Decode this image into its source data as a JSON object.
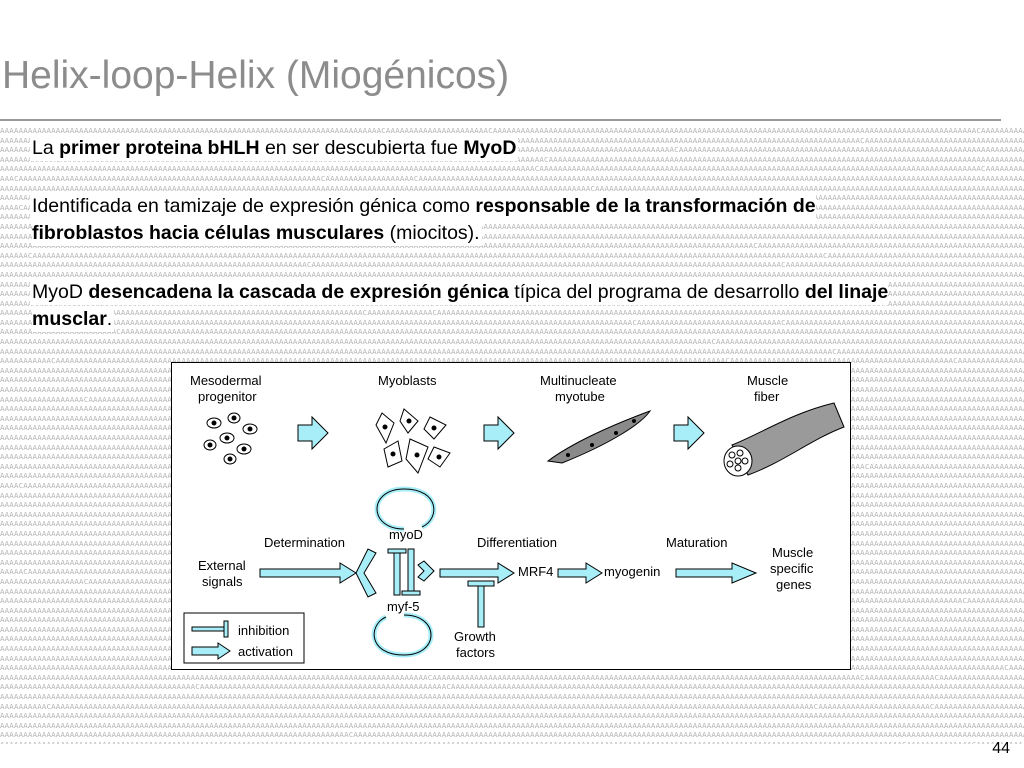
{
  "slide": {
    "title": "Helix-loop-Helix (Miogénicos)",
    "page_number": "44"
  },
  "paragraphs": {
    "p1": {
      "t1": "La ",
      "b1": "primer proteina bHLH",
      "t2": " en ser descubierta fue ",
      "b2": "MyoD"
    },
    "p2": {
      "t1": "Identificada en tamizaje de expresión génica como ",
      "b1": "responsable de la transformación de fibroblastos hacia células musculares",
      "t2": " (miocitos)."
    },
    "p3": {
      "t1": "MyoD ",
      "b1": "desencadena la cascada de expresión génica",
      "t2": " típica del programa de desarrollo ",
      "b2": "del linaje musclar",
      "t3": "."
    }
  },
  "figure": {
    "stages": {
      "s1_line1": "Mesodermal",
      "s1_line2": "progenitor",
      "s2": "Myoblasts",
      "s3_line1": "Multinucleate",
      "s3_line2": "myotube",
      "s4_line1": "Muscle",
      "s4_line2": "fiber"
    },
    "pathway": {
      "determination": "Determination",
      "differentiation": "Differentiation",
      "maturation": "Maturation",
      "myod": "myoD",
      "myf5": "myf-5",
      "mrf4": "MRF4",
      "myogenin": "myogenin",
      "external_line1": "External",
      "external_line2": "signals",
      "growth_line1": "Growth",
      "growth_line2": "factors",
      "muscle_line1": "Muscle",
      "muscle_line2": "specific",
      "muscle_line3": "genes"
    },
    "legend": {
      "inhibition": "inhibition",
      "activation": "activation"
    },
    "colors": {
      "arrow_fill": "#a8eef8",
      "arrow_stroke": "#000000"
    }
  }
}
